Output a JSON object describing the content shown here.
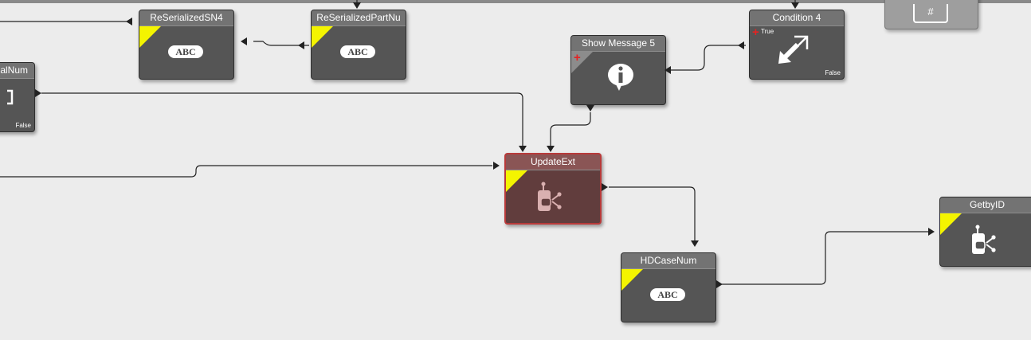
{
  "nodes": {
    "reserialized_sn4": {
      "title": "ReSerializedSN4",
      "icon_text": "ABC"
    },
    "reserialized_partnu": {
      "title": "ReSerializedPartNu",
      "icon_text": "ABC"
    },
    "serialnum": {
      "title": "alNum",
      "false_label": "False"
    },
    "show_message_5": {
      "title": "Show Message 5"
    },
    "condition_4": {
      "title": "Condition 4",
      "true_label": "True",
      "false_label": "False"
    },
    "update_ext": {
      "title": "UpdateExt"
    },
    "hd_case_num": {
      "title": "HDCaseNum",
      "icon_text": "ABC"
    },
    "get_by_id": {
      "title": "GetbyID"
    },
    "counter_node": {
      "icon_text": "#"
    }
  },
  "colors": {
    "canvas": "#ececec",
    "node_body": "#555555",
    "node_title": "#737373",
    "selected_border": "#b83a3a",
    "selected_body": "#613d3d",
    "input_marker": "#f4f400",
    "wire": "#222222"
  },
  "icons": {
    "abc": "text-value-icon",
    "info": "info-speech-bubble-icon",
    "condition": "diagonal-arrow-icon",
    "service": "service-call-icon",
    "hash": "numeric-field-icon"
  }
}
